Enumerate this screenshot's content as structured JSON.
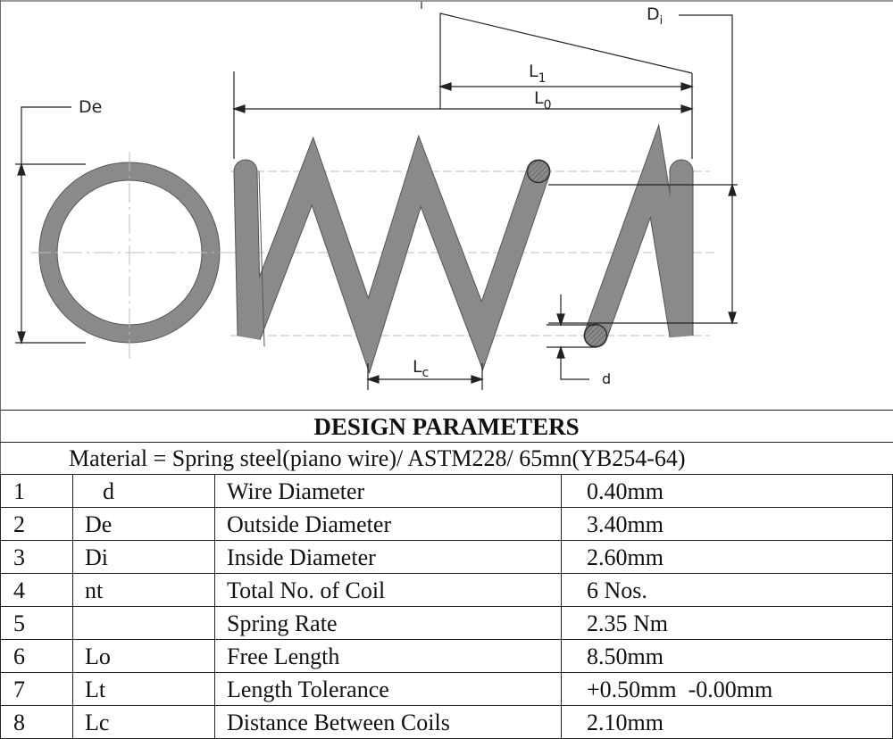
{
  "drawing": {
    "labels": {
      "outside_diameter": "De",
      "inside_diameter_main": "D",
      "inside_diameter_sub": "i",
      "length_l1_main": "L",
      "length_l1_sub": "1",
      "length_l0_main": "L",
      "length_l0_sub": "0",
      "coil_distance_main": "L",
      "coil_distance_sub": "c",
      "wire_diameter": "d"
    },
    "colors": {
      "wire": "#8a8a8a",
      "wire_outline": "#555555",
      "lines": "#222222",
      "centerlines": "#bdbdbd"
    }
  },
  "title": "DESIGN PARAMETERS",
  "material": "Material = Spring steel(piano wire)/ ASTM228/ 65mn(YB254-64)",
  "rows": [
    {
      "no": "1",
      "symbol": "d",
      "name": "Wire Diameter",
      "value": "0.40mm"
    },
    {
      "no": "2",
      "symbol": "De",
      "name": "Outside Diameter",
      "value": "3.40mm"
    },
    {
      "no": "3",
      "symbol": "Di",
      "name": "Inside Diameter",
      "value": "2.60mm"
    },
    {
      "no": "4",
      "symbol": "nt",
      "name": "Total No. of Coil",
      "value": "6 Nos."
    },
    {
      "no": "5",
      "symbol": "",
      "name": "Spring Rate",
      "value": "2.35 Nm"
    },
    {
      "no": "6",
      "symbol": "Lo",
      "name": "Free Length",
      "value": "8.50mm"
    },
    {
      "no": "7",
      "symbol": "Lt",
      "name": "Length Tolerance",
      "value": "+0.50mm  -0.00mm"
    },
    {
      "no": "8",
      "symbol": "Lc",
      "name": "Distance Between Coils",
      "value": "2.10mm"
    }
  ]
}
